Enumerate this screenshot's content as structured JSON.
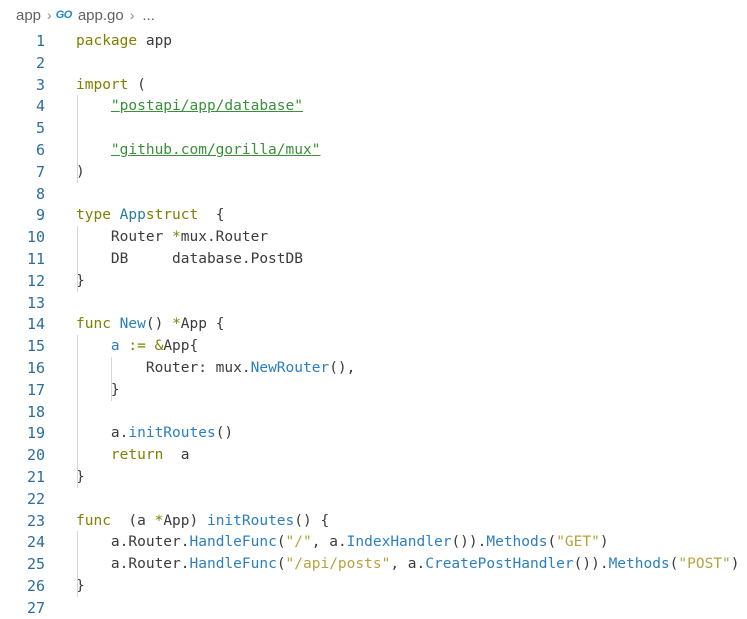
{
  "breadcrumb": {
    "folder": "app",
    "icon": "go-file-icon",
    "icon_text": "GO",
    "file": "app.go",
    "more": "..."
  },
  "editor": {
    "lines": [
      {
        "n": "1",
        "tokens": [
          [
            "kw",
            "package"
          ],
          [
            "",
            "app"
          ]
        ]
      },
      {
        "n": "2",
        "tokens": []
      },
      {
        "n": "3",
        "tokens": [
          [
            "kw",
            "import"
          ],
          [
            "",
            "("
          ]
        ]
      },
      {
        "n": "4",
        "tokens": [
          [
            "",
            "    "
          ],
          [
            "strq",
            "\""
          ],
          [
            "strlink",
            "postapi/app/database"
          ],
          [
            "strq",
            "\""
          ]
        ]
      },
      {
        "n": "5",
        "tokens": []
      },
      {
        "n": "6",
        "tokens": [
          [
            "",
            "    "
          ],
          [
            "strq",
            "\""
          ],
          [
            "strlink",
            "github.com/gorilla/mux"
          ],
          [
            "strq",
            "\""
          ]
        ]
      },
      {
        "n": "7",
        "tokens": [
          [
            "",
            ")"
          ]
        ]
      },
      {
        "n": "8",
        "tokens": []
      },
      {
        "n": "9",
        "tokens": [
          [
            "kw",
            "type"
          ],
          [
            "",
            ""
          ],
          [
            "type",
            "App"
          ],
          [
            "",
            ""
          ],
          [
            "kw",
            "struct"
          ],
          [
            "",
            " {"
          ]
        ]
      },
      {
        "n": "10",
        "tokens": [
          [
            "",
            "    Router "
          ],
          [
            "op",
            "*"
          ],
          [
            "",
            "mux.Router"
          ]
        ]
      },
      {
        "n": "11",
        "tokens": [
          [
            "",
            "    DB     database.PostDB"
          ]
        ]
      },
      {
        "n": "12",
        "tokens": [
          [
            "",
            "}"
          ]
        ]
      },
      {
        "n": "13",
        "tokens": []
      },
      {
        "n": "14",
        "tokens": [
          [
            "kw",
            "func"
          ],
          [
            "",
            ""
          ],
          [
            "fn",
            "New"
          ],
          [
            "",
            "() "
          ],
          [
            "op",
            "*"
          ],
          [
            "",
            "App {"
          ]
        ]
      },
      {
        "n": "15",
        "tokens": [
          [
            "",
            "    "
          ],
          [
            "var",
            "a"
          ],
          [
            "",
            " "
          ],
          [
            "op",
            ":="
          ],
          [
            "",
            " "
          ],
          [
            "op",
            "&"
          ],
          [
            "",
            "App{"
          ]
        ]
      },
      {
        "n": "16",
        "tokens": [
          [
            "",
            "        Router: mux."
          ],
          [
            "fn",
            "NewRouter"
          ],
          [
            "",
            "(),"
          ]
        ]
      },
      {
        "n": "17",
        "tokens": [
          [
            "",
            "    }"
          ]
        ]
      },
      {
        "n": "18",
        "tokens": []
      },
      {
        "n": "19",
        "tokens": [
          [
            "",
            "    a."
          ],
          [
            "fn",
            "initRoutes"
          ],
          [
            "",
            "()"
          ]
        ]
      },
      {
        "n": "20",
        "tokens": [
          [
            "",
            "    "
          ],
          [
            "kw",
            "return"
          ],
          [
            "",
            " a"
          ]
        ]
      },
      {
        "n": "21",
        "tokens": [
          [
            "",
            "}"
          ]
        ]
      },
      {
        "n": "22",
        "tokens": []
      },
      {
        "n": "23",
        "tokens": [
          [
            "kw",
            "func"
          ],
          [
            "",
            " (a "
          ],
          [
            "op",
            "*"
          ],
          [
            "",
            "App) "
          ],
          [
            "fn",
            "initRoutes"
          ],
          [
            "",
            "() {"
          ]
        ]
      },
      {
        "n": "24",
        "tokens": [
          [
            "",
            "    a.Router."
          ],
          [
            "fn",
            "HandleFunc"
          ],
          [
            "",
            "("
          ],
          [
            "str",
            "\"/\""
          ],
          [
            "",
            ", a."
          ],
          [
            "fn",
            "IndexHandler"
          ],
          [
            "",
            "())."
          ],
          [
            "fn",
            "Methods"
          ],
          [
            "",
            "("
          ],
          [
            "str",
            "\"GET\""
          ],
          [
            "",
            ")"
          ]
        ]
      },
      {
        "n": "25",
        "tokens": [
          [
            "",
            "    a.Router."
          ],
          [
            "fn",
            "HandleFunc"
          ],
          [
            "",
            "("
          ],
          [
            "str",
            "\"/api/posts\""
          ],
          [
            "",
            ", a."
          ],
          [
            "fn",
            "CreatePostHandler"
          ],
          [
            "",
            "())."
          ],
          [
            "fn",
            "Methods"
          ],
          [
            "",
            "("
          ],
          [
            "str",
            "\"POST\""
          ],
          [
            "",
            ")"
          ]
        ]
      },
      {
        "n": "26",
        "tokens": [
          [
            "",
            "}"
          ]
        ]
      },
      {
        "n": "27",
        "tokens": []
      }
    ]
  },
  "colors": {
    "keyword": "#7f7f00",
    "function": "#2b7fc1",
    "string": "#b5a33e",
    "import_path": "#3a8f3a",
    "line_number": "#2b6d9c"
  }
}
